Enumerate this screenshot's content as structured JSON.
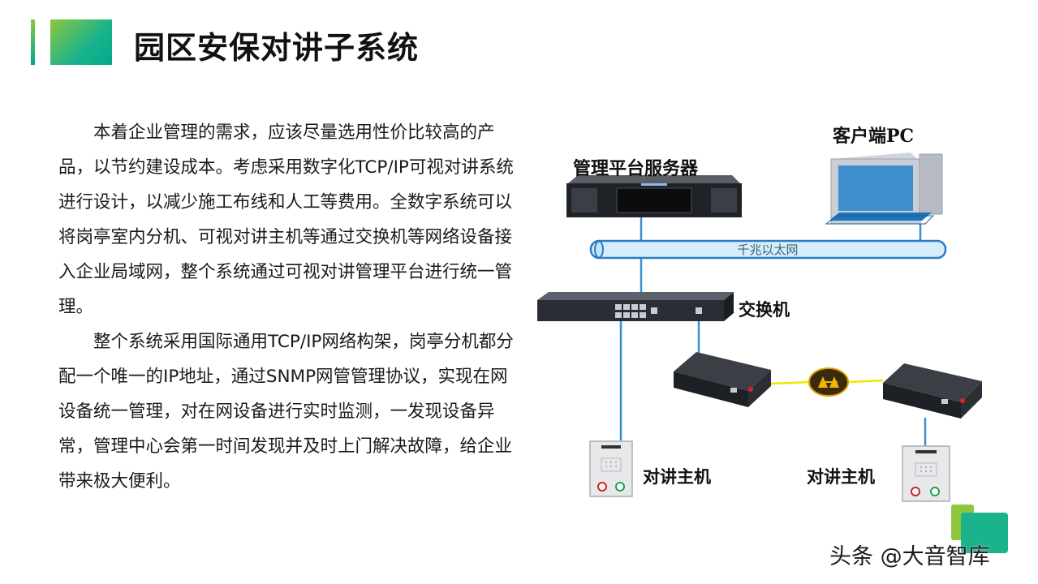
{
  "header": {
    "title": "园区安保对讲子系统"
  },
  "content": {
    "paragraphs": [
      "本着企业管理的需求，应该尽量选用性价比较高的产品，以节约建设成本。考虑采用数字化TCP/IP可视对讲系统进行设计，以减少施工布线和人工等费用。全数字系统可以将岗亭室内分机、可视对讲主机等通过交换机等网络设备接入企业局域网，整个系统通过可视对讲管理平台进行统一管理。",
      "整个系统采用国际通用TCP/IP网络构架，岗亭分机都分配一个唯一的IP地址，通过SNMP网管管理协议，实现在网设备统一管理，对在网设备进行实时监测，一发现设备异常，管理中心会第一时间发现并及时上门解决故障，给企业带来极大便利。"
    ]
  },
  "diagram": {
    "client_pc_label": "客户端PC",
    "server_label": "管理平台服务器",
    "network_label": "千兆以太网",
    "switch_label": "交换机",
    "intercom_left_label": "对讲主机",
    "intercom_right_label": "对讲主机",
    "colors": {
      "link_line": "#3a8fd0",
      "fiber_line": "#f2e500",
      "pipe_fill": "#d6eefb",
      "pipe_border": "#2b7cc4"
    }
  },
  "watermark": {
    "text": "头条 @大音智库"
  }
}
